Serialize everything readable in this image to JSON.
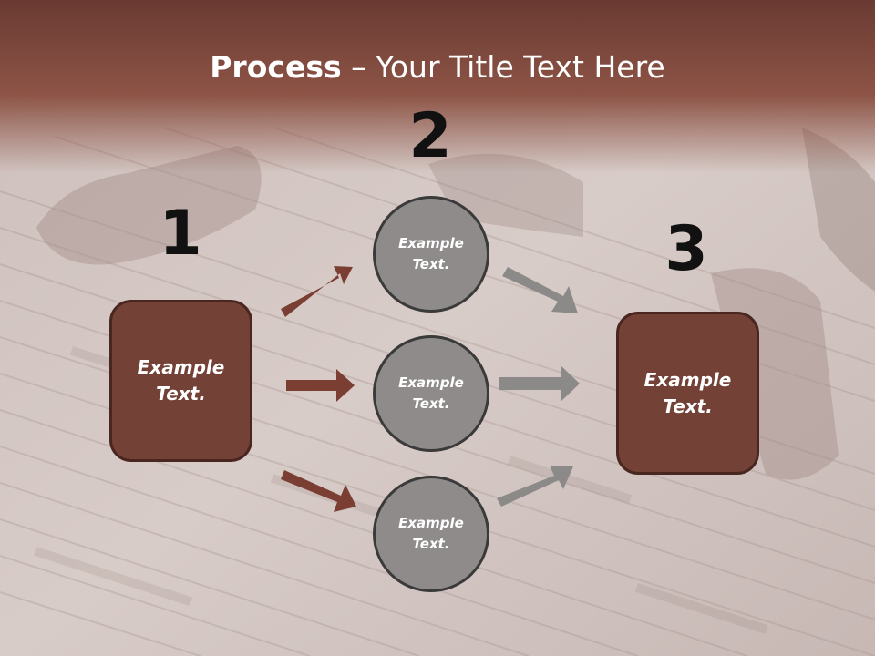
{
  "title": {
    "bold": "Process",
    "rest": " – Your Title Text Here"
  },
  "numbers": {
    "left": "1",
    "middle": "2",
    "right": "3"
  },
  "left_box": {
    "line1": "Example",
    "line2": "Text."
  },
  "circles": [
    {
      "line1": "Example",
      "line2": "Text."
    },
    {
      "line1": "Example",
      "line2": "Text."
    },
    {
      "line1": "Example",
      "line2": "Text."
    }
  ],
  "right_box": {
    "line1": "Example",
    "line2": "Text."
  },
  "colors": {
    "box_fill": "#734136",
    "circle_fill": "#8e8b8a",
    "arrow_brown": "#7a3e33",
    "arrow_gray": "#8c8a89",
    "banner": "#8a4f43"
  }
}
